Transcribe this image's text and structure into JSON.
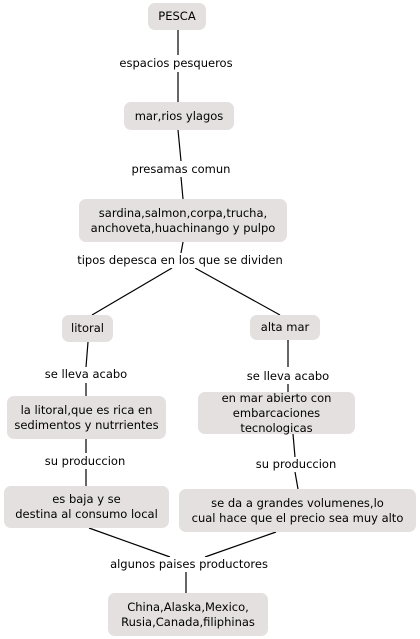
{
  "nodes": {
    "pesca": "PESCA",
    "mar": "mar,rios ylagos",
    "especies": [
      "sardina,salmon,corpa,trucha,",
      "anchoveta,huachinango y pulpo"
    ],
    "litoral": "litoral",
    "altamar": "alta mar",
    "litoral_desc": [
      "la litoral,que es rica en",
      "sedimentos y nutrrientes"
    ],
    "altamar_desc": [
      "en mar abierto con",
      "embarcaciones tecnologicas"
    ],
    "litoral_prod": [
      "es baja y se",
      "destina al consumo local"
    ],
    "altamar_prod": [
      "se da a grandes volumenes,lo",
      "cual hace que el precio sea muy alto"
    ],
    "paises": [
      "China,Alaska,Mexico,",
      "Rusia,Canada,filiphinas"
    ]
  },
  "labels": {
    "espacios": "espacios pesqueros",
    "presamas": "presamas comun",
    "tipos": "tipos depesca en los que se dividen",
    "lleva_litoral": "se lleva acabo",
    "lleva_altamar": "se lleva acabo",
    "prod_litoral": "su produccion",
    "prod_altamar": "su produccion",
    "paises": "algunos paises productores"
  },
  "colors": {
    "node_fill": "#e3e0df",
    "line": "#000000"
  }
}
